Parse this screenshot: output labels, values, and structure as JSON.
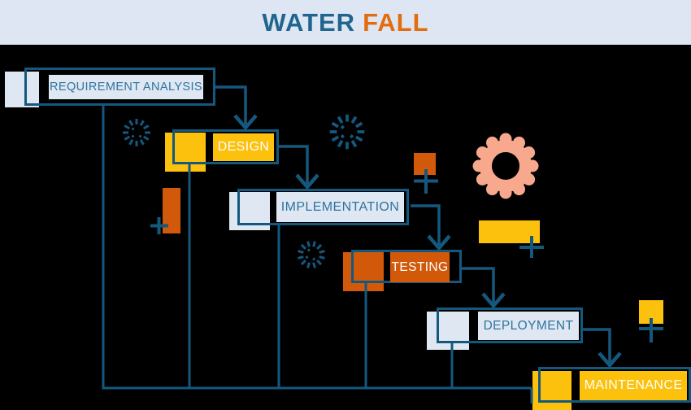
{
  "title": {
    "word1": "WATER",
    "word2": "FALL"
  },
  "stages": [
    {
      "label": "REQUIREMENT ANALYSIS",
      "theme": "light"
    },
    {
      "label": "DESIGN",
      "theme": "yellow"
    },
    {
      "label": "IMPLEMENTATION",
      "theme": "light"
    },
    {
      "label": "TESTING",
      "theme": "orange"
    },
    {
      "label": "DEPLOYMENT",
      "theme": "light"
    },
    {
      "label": "MAINTENANCE",
      "theme": "yellow"
    }
  ],
  "flow": "Each stage connects to the next with a right-then-down elbow arrow; every stage also drops a feedback line to a shared bottom rail that feeds into Maintenance",
  "colors": {
    "background": "#000000",
    "banner": "#dde6f2",
    "title_blue": "#20658f",
    "title_orange": "#e36c0f",
    "line_blue": "#15587e",
    "light_fill": "#dfe8f2",
    "label_text_blue": "#2e739f",
    "yellow": "#fcc10d",
    "orange": "#d2590a",
    "gear_salmon": "#f8a88d"
  },
  "decorations": [
    {
      "name": "starburst-icon",
      "count": 3,
      "color": "#15587e"
    },
    {
      "name": "gear-icon",
      "count": 1,
      "color": "#f8a88d"
    },
    {
      "name": "plus-icon",
      "count": 4,
      "color": "#15587e"
    },
    {
      "name": "accent-bar",
      "count": 4,
      "colors": [
        "#d2590a",
        "#fcc10d"
      ]
    }
  ]
}
